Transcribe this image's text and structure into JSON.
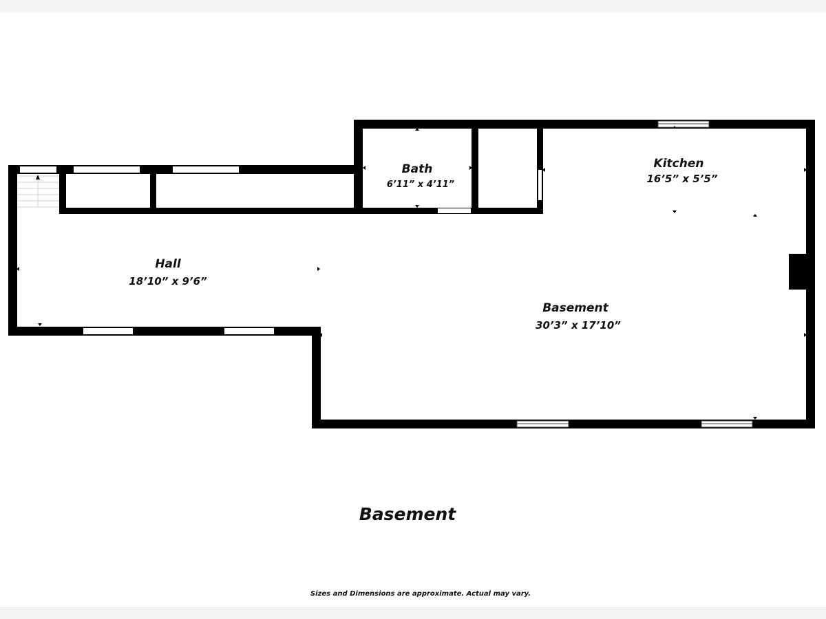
{
  "floor": {
    "title": "Basement",
    "disclaimer": "Sizes and Dimensions are approximate. Actual may vary."
  },
  "rooms": {
    "hall": {
      "name": "Hall",
      "dimensions": "18’10” x 9’6”"
    },
    "bath": {
      "name": "Bath",
      "dimensions": "6’11” x 4’11”"
    },
    "kitchen": {
      "name": "Kitchen",
      "dimensions": "16’5” x 5’5”"
    },
    "basement": {
      "name": "Basement",
      "dimensions": "30’3” x 17’10”"
    }
  },
  "colors": {
    "wall": "#000000",
    "background": "#ffffff",
    "border": "#f4f4f4"
  }
}
